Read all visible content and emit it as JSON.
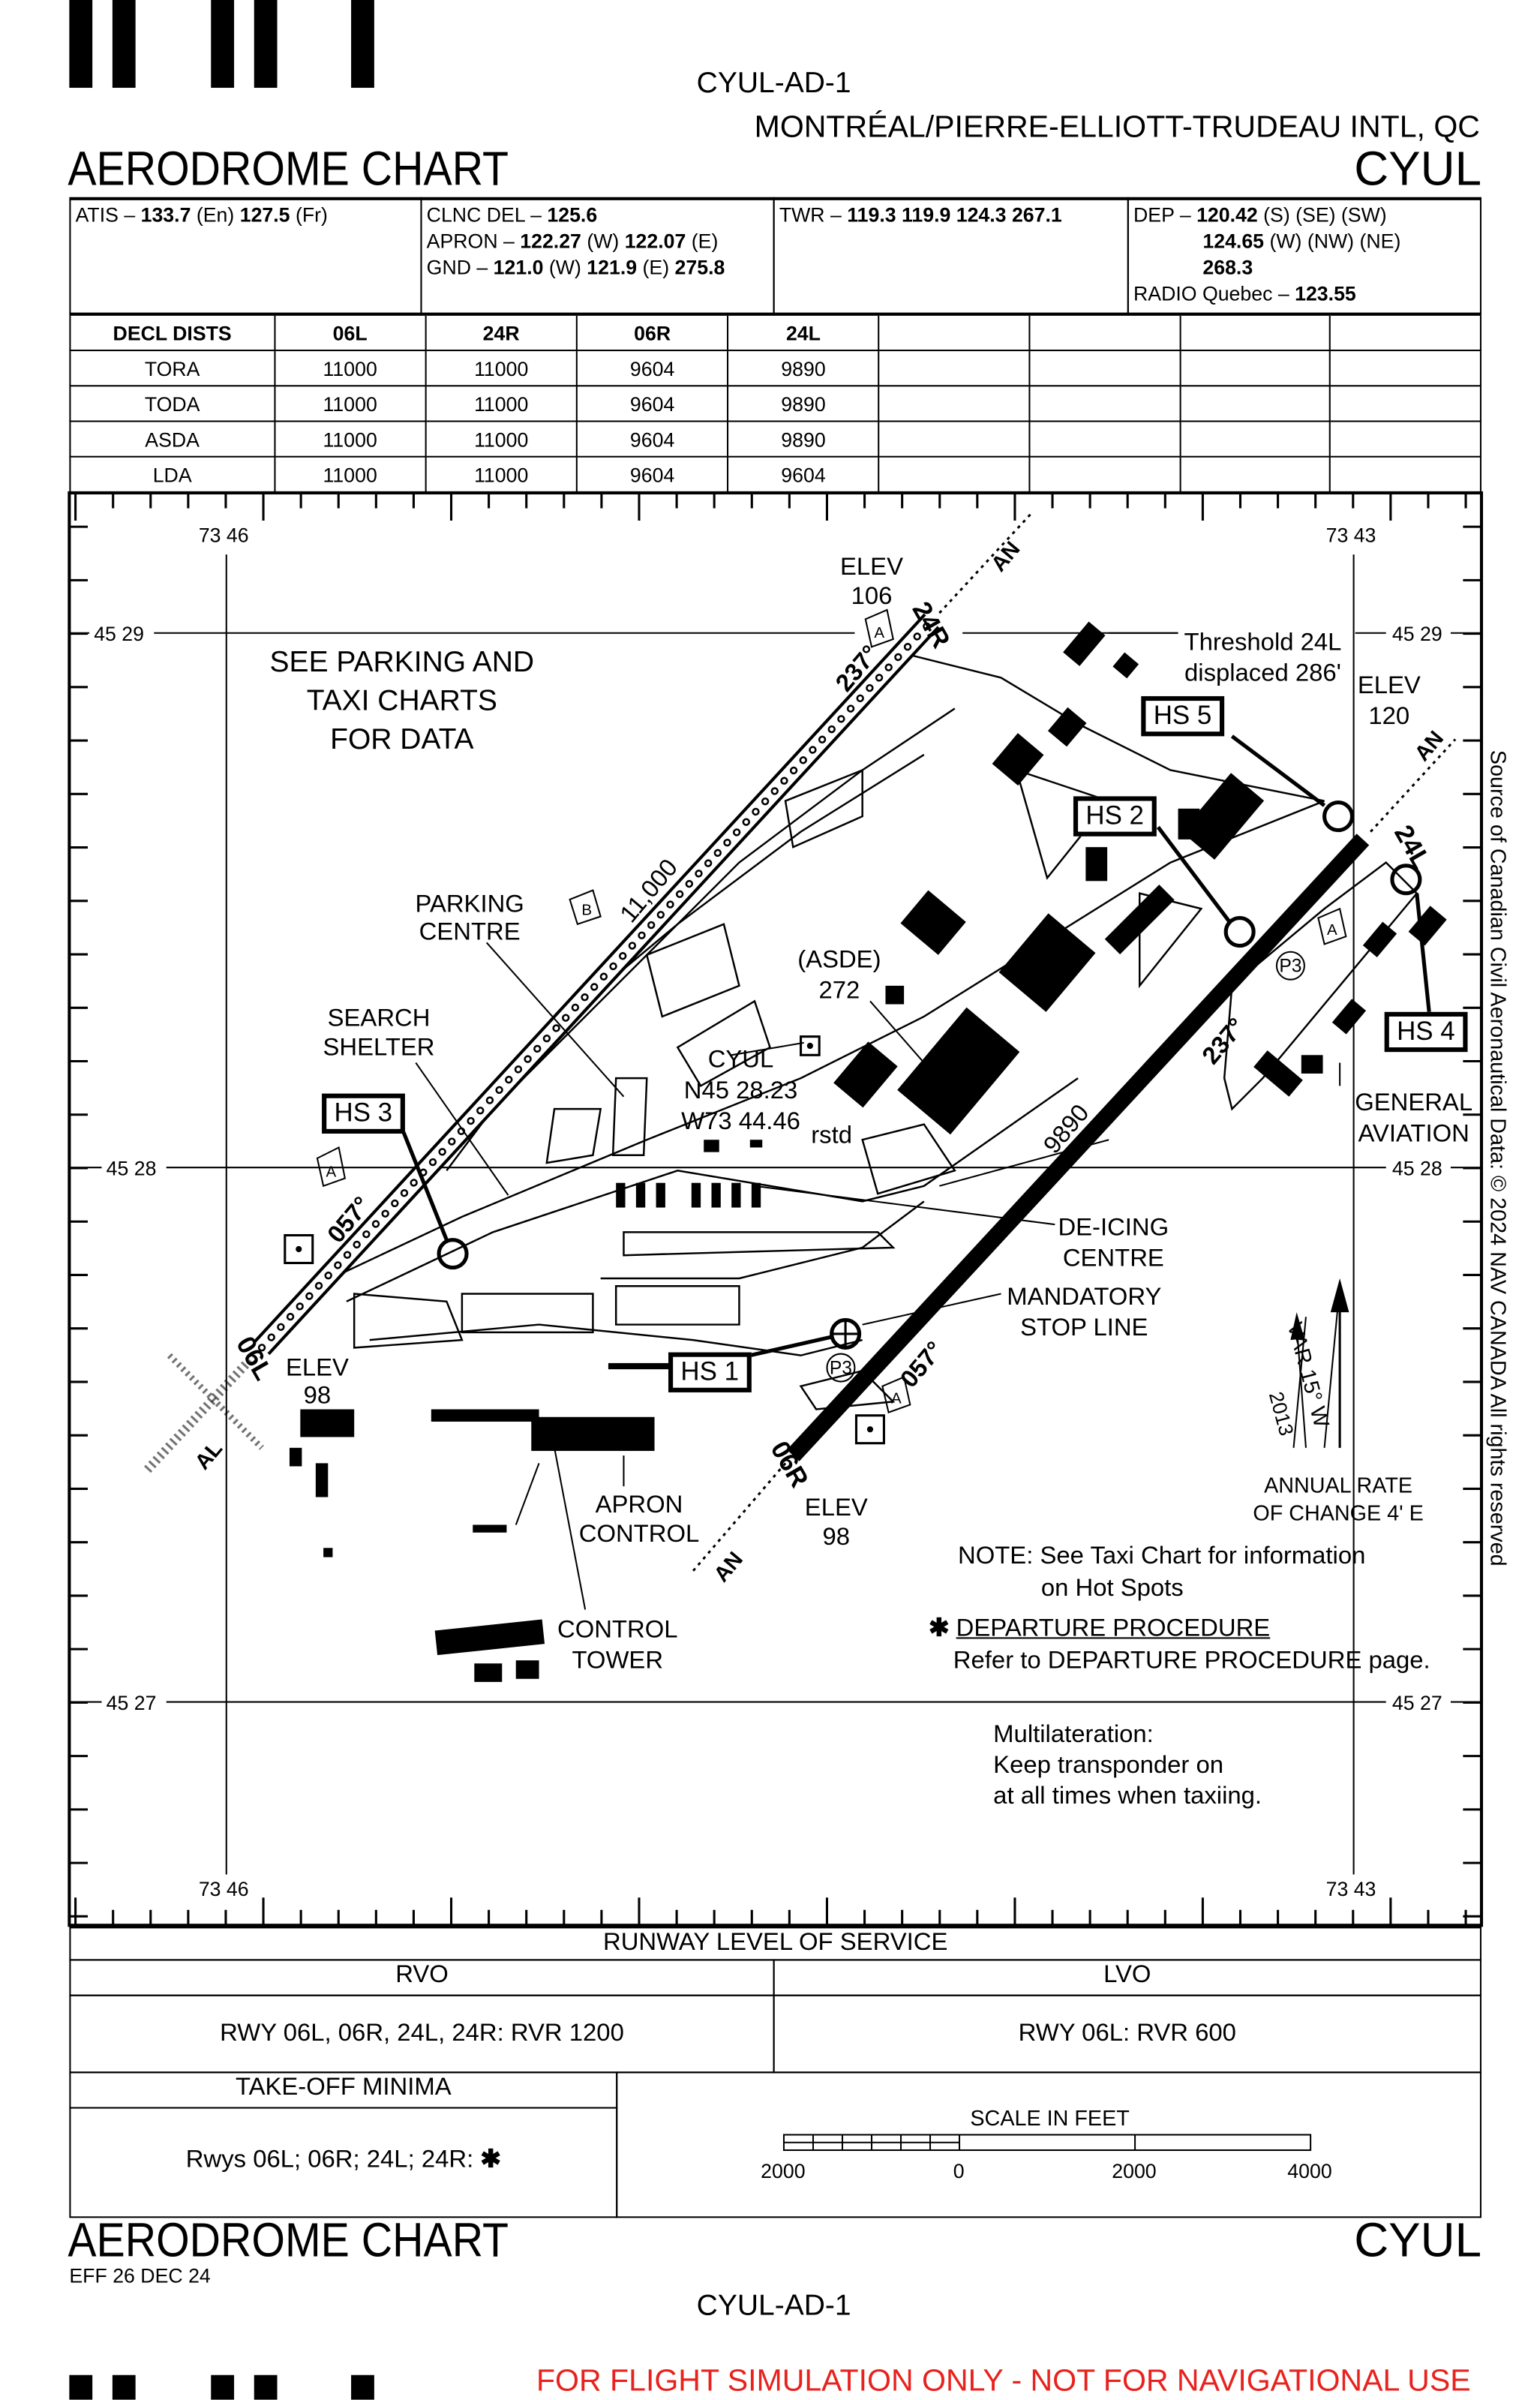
{
  "header": {
    "doc_id": "CYUL-AD-1",
    "airport_name": "MONTRÉAL/PIERRE-ELLIOTT-TRUDEAU INTL, QC",
    "chart_title": "AERODROME CHART",
    "icao": "CYUL"
  },
  "frequencies": {
    "atis": {
      "label": "ATIS – ",
      "f1": "133.7",
      "q1": " (En) ",
      "f2": "127.5",
      "q2": " (Fr)"
    },
    "clnc": {
      "label": "CLNC DEL – ",
      "f1": "125.6"
    },
    "apron": {
      "label": "APRON – ",
      "f1": "122.27",
      "q1": " (W) ",
      "f2": "122.07",
      "q2": " (E)"
    },
    "gnd": {
      "label": "GND – ",
      "f1": "121.0",
      "q1": " (W) ",
      "f2": "121.9",
      "q2": " (E) ",
      "f3": "275.8"
    },
    "twr": {
      "label": "TWR – ",
      "f1": "119.3  119.9  124.3  267.1"
    },
    "dep": {
      "label": "DEP – ",
      "f1": "120.42",
      "q1": " (S) (SE) (SW)",
      "f2": "124.65",
      "q2": " (W) (NW) (NE)",
      "f3": "268.3"
    },
    "radio": {
      "label": "RADIO Quebec – ",
      "f1": "123.55"
    }
  },
  "decl_dists": {
    "headers": [
      "DECL DISTS",
      "06L",
      "24R",
      "06R",
      "24L"
    ],
    "rows": [
      [
        "TORA",
        "11000",
        "11000",
        "9604",
        "9890"
      ],
      [
        "TODA",
        "11000",
        "11000",
        "9604",
        "9890"
      ],
      [
        "ASDA",
        "11000",
        "11000",
        "9604",
        "9890"
      ],
      [
        "LDA",
        "11000",
        "11000",
        "9604",
        "9604"
      ]
    ]
  },
  "map": {
    "lon_w": "73 46",
    "lon_e": "73 43",
    "lat_29": "45 29",
    "lat_28": "45 28",
    "lat_27": "45 27",
    "see_parking": [
      "SEE PARKING AND",
      "TAXI CHARTS",
      "FOR DATA"
    ],
    "elev_106": [
      "ELEV",
      "106"
    ],
    "elev_120": [
      "ELEV",
      "120"
    ],
    "elev_98a": [
      "ELEV",
      "98"
    ],
    "elev_98b": [
      "ELEV",
      "98"
    ],
    "threshold": [
      "Threshold 24L",
      "displaced 286'"
    ],
    "rwy_24r": "24R",
    "rwy_06l": "06L",
    "rwy_24l": "24L",
    "rwy_06r": "06R",
    "hdg_237a": "237°",
    "hdg_237b": "237°",
    "hdg_057a": "057°",
    "hdg_057b": "057°",
    "len_11000": "11,000",
    "len_9890": "9890",
    "hs": [
      "HS 1",
      "HS 2",
      "HS 3",
      "HS 4",
      "HS 5"
    ],
    "parking_centre": [
      "PARKING",
      "CENTRE"
    ],
    "search_shelter": [
      "SEARCH",
      "SHELTER"
    ],
    "asde": [
      "(ASDE)",
      "272"
    ],
    "arp": [
      "CYUL",
      "N45 28.23",
      "W73 44.46"
    ],
    "rstd": "rstd",
    "deicing": [
      "DE-ICING",
      "CENTRE"
    ],
    "stop_line": [
      "MANDATORY",
      "STOP LINE"
    ],
    "general_aviation": [
      "GENERAL",
      "AVIATION"
    ],
    "apron_control": [
      "APRON",
      "CONTROL"
    ],
    "control_tower": [
      "CONTROL",
      "TOWER"
    ],
    "var": [
      "VAR 15° W",
      "2013"
    ],
    "annual_rate": [
      "ANNUAL RATE",
      "OF CHANGE 4' E"
    ],
    "note": [
      "NOTE: See Taxi Chart for information",
      "on Hot Spots"
    ],
    "dep_proc_star": "✱",
    "dep_proc": "DEPARTURE PROCEDURE",
    "dep_proc_ref": "Refer to DEPARTURE PROCEDURE page.",
    "mlat": [
      "Multilateration:",
      "Keep transponder on",
      "at all times when taxiing."
    ],
    "an": "AN",
    "al": "AL",
    "p3": "P3",
    "a": "A",
    "b": "B"
  },
  "copyright": "Source of Canadian Civil Aeronautical Data: © 2024 NAV CANADA All rights reserved",
  "level_of_service": {
    "title": "RUNWAY LEVEL OF SERVICE",
    "rvo_label": "RVO",
    "lvo_label": "LVO",
    "rvo_value": "RWY 06L, 06R, 24L, 24R: RVR 1200",
    "lvo_value": "RWY 06L: RVR 600"
  },
  "takeoff": {
    "title": "TAKE-OFF MINIMA",
    "value": "Rwys 06L; 06R; 24L; 24R:",
    "star": "✱"
  },
  "scale": {
    "title": "SCALE IN FEET",
    "ticks": [
      "2000",
      "0",
      "2000",
      "4000"
    ]
  },
  "footer": {
    "chart_title": "AERODROME CHART",
    "icao": "CYUL",
    "effective": "EFF 26 DEC 24",
    "doc_id": "CYUL-AD-1",
    "disclaimer": "FOR FLIGHT SIMULATION ONLY - NOT FOR NAVIGATIONAL USE"
  },
  "colors": {
    "ink": "#000000",
    "disclaimer": "#e8221d"
  }
}
